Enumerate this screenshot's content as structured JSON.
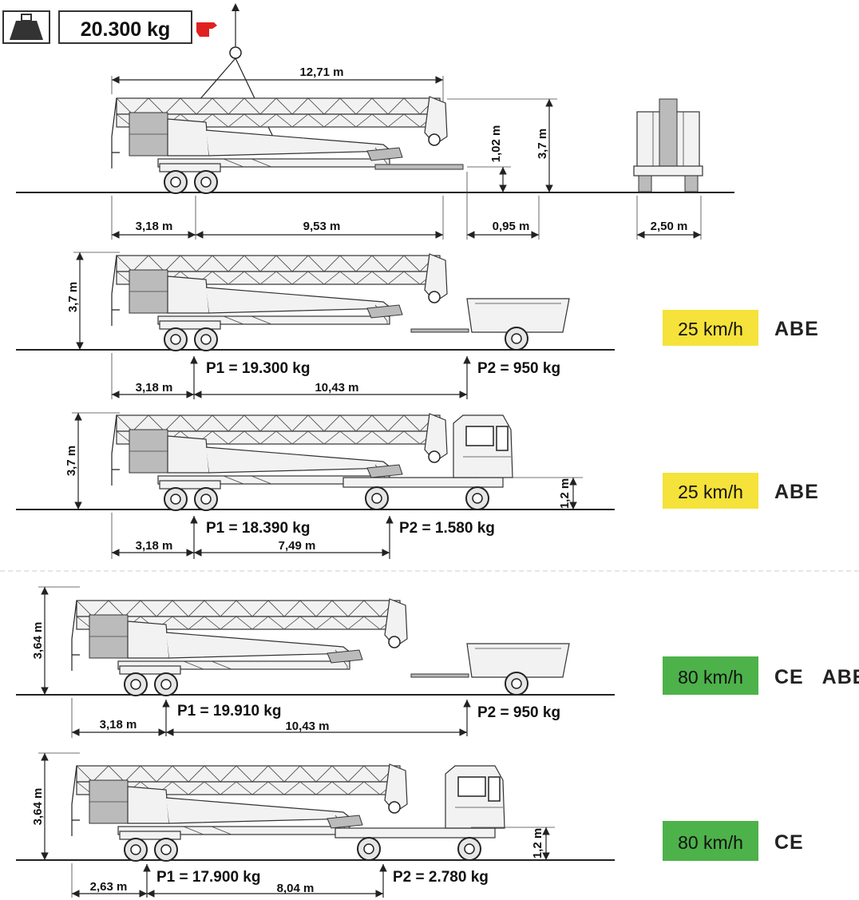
{
  "header": {
    "weight_label": "20.300 kg"
  },
  "top_view": {
    "total_length": "12,71 m",
    "height": "3,7 m",
    "hitch_height": "1,02 m",
    "rear_overhang": "3,18 m",
    "wheelbase": "9,53 m",
    "front_overhang": "0,95 m",
    "width": "2,50 m"
  },
  "configurations": [
    {
      "height": "3,7 m",
      "p1": "P1 = 19.300 kg",
      "p2": "P2 = 950 kg",
      "dim_rear": "3,18 m",
      "dim_axle": "10,43 m",
      "speed": "25 km/h",
      "speed_color": "#f5e23a",
      "norms": "ABE",
      "tow": "trailer"
    },
    {
      "height": "3,7 m",
      "p1": "P1 = 18.390 kg",
      "p2": "P2 = 1.580 kg",
      "dim_rear": "3,18 m",
      "dim_axle": "7,49 m",
      "coupling_height": "1,2 m",
      "speed": "25 km/h",
      "speed_color": "#f5e23a",
      "norms": "ABE",
      "tow": "truck"
    },
    {
      "height": "3,64 m",
      "p1": "P1 = 19.910 kg",
      "p2": "P2 = 950 kg",
      "dim_rear": "3,18 m",
      "dim_axle": "10,43 m",
      "speed": "80 km/h",
      "speed_color": "#4db24a",
      "norms": "CE   ABE",
      "tow": "trailer"
    },
    {
      "height": "3,64 m",
      "p1": "P1 = 17.900 kg",
      "p2": "P2 = 2.780 kg",
      "dim_rear": "2,63 m",
      "dim_axle": "8,04 m",
      "coupling_height": "1,2 m",
      "speed": "80 km/h",
      "speed_color": "#4db24a",
      "norms": "CE",
      "tow": "truck"
    }
  ]
}
